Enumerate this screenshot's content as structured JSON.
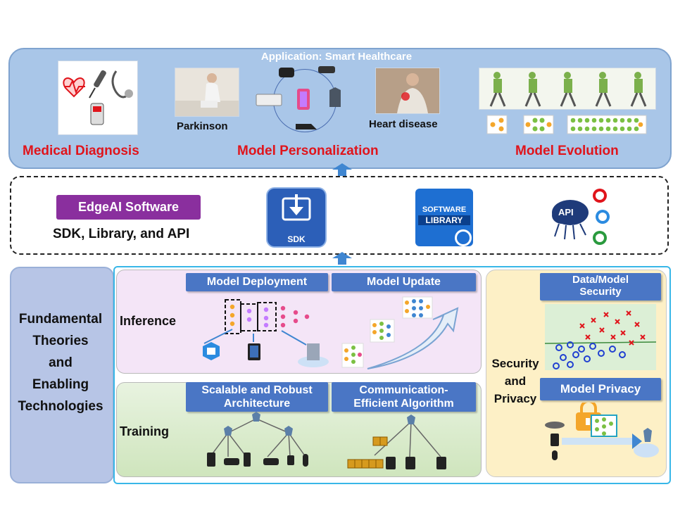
{
  "top": {
    "title": "Application: Smart Healthcare",
    "medical_diagnosis": "Medical Diagnosis",
    "model_personalization": "Model Personalization",
    "model_evolution": "Model Evolution",
    "parkinson": "Parkinson",
    "heart_disease": "Heart disease"
  },
  "middle": {
    "edgeai_software": "EdgeAI Software",
    "sdk_library_api": "SDK, Library, and API",
    "sdk_icon_text": "SDK",
    "library_icon_text_1": "SOFTWARE",
    "library_icon_text_2": "LIBRARY",
    "api_icon_text": "API"
  },
  "bottom": {
    "fundamental_lines": [
      "Fundamental",
      "Theories",
      "and",
      "Enabling",
      "Technologies"
    ],
    "inference": "Inference",
    "training": "Training",
    "model_deployment": "Model Deployment",
    "model_update": "Model Update",
    "scalable_1": "Scalable and Robust",
    "scalable_2": "Architecture",
    "comm_1": "Communication-",
    "comm_2": "Efficient Algorithm",
    "security_privacy_lines": [
      "Security",
      "and",
      "Privacy"
    ],
    "data_model_security_1": "Data/Model",
    "data_model_security_2": "Security",
    "model_privacy": "Model Privacy"
  },
  "colors": {
    "accent_red": "#e0141b",
    "tab_blue": "#4a76c5",
    "edgeai_purple": "#8a2f9e",
    "frame_cyan": "#38b7e8"
  }
}
